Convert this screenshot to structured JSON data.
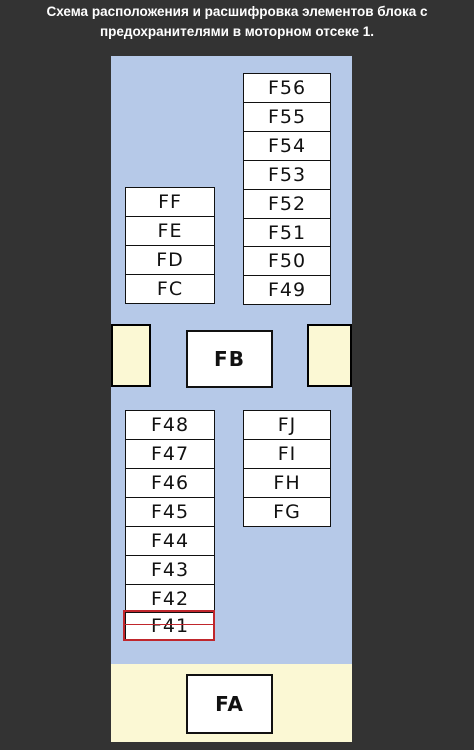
{
  "title": {
    "line1": "Схема расположения и расшифровка элементов блока с",
    "line2": "предохранителями в моторном отсеке 1."
  },
  "fuses": {
    "column_top_right": [
      "F56",
      "F55",
      "F54",
      "F53",
      "F52",
      "F51",
      "F50",
      "F49"
    ],
    "column_top_left": [
      "FF",
      "FE",
      "FD",
      "FC"
    ],
    "middle": "FB",
    "column_bottom_left": [
      "F48",
      "F47",
      "F46",
      "F45",
      "F44",
      "F43",
      "F42",
      "F41"
    ],
    "column_bottom_right": [
      "FJ",
      "FI",
      "FH",
      "FG"
    ],
    "bottom": "FA"
  },
  "highlighted_fuse": "F41",
  "colors": {
    "background": "#333333",
    "board": "#b6c9e8",
    "strip": "#fbf8d4",
    "highlight": "#c0262c"
  }
}
